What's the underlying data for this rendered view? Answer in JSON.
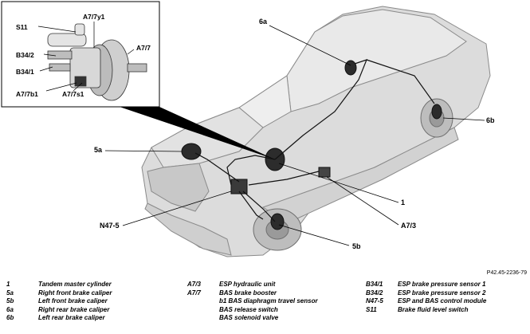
{
  "callouts": {
    "c6a": "6a",
    "c6b": "6b",
    "c5a": "5a",
    "c5b": "5b",
    "c1": "1",
    "ca73": "A7/3",
    "cn475": "N47-5"
  },
  "inset": {
    "s11": "S11",
    "a77y1": "A7/7y1",
    "a77": "A7/7",
    "b342": "B34/2",
    "b341": "B34/1",
    "a77b1": "A7/7b1",
    "a77s1": "A7/7s1"
  },
  "figure_ref": "P42.45-2236-79",
  "legend": {
    "col1": [
      {
        "code": "1",
        "text": "Tandem master cylinder"
      },
      {
        "code": "5a",
        "text": "Right front brake caliper"
      },
      {
        "code": "5b",
        "text": "Left front brake caliper"
      },
      {
        "code": "6a",
        "text": "Right rear brake caliper"
      },
      {
        "code": "6b",
        "text": "Left rear brake caliper"
      }
    ],
    "col2": [
      {
        "code": "A7/3",
        "text": "ESP hydraulic unit"
      },
      {
        "code": "A7/7",
        "text": "BAS brake booster"
      },
      {
        "code": "",
        "text": "b1 BAS diaphragm travel sensor"
      },
      {
        "code": "",
        "text": "BAS release switch"
      },
      {
        "code": "",
        "text": "BAS solenoid valve"
      }
    ],
    "col3": [
      {
        "code": "B34/1",
        "text": "ESP brake pressure sensor 1"
      },
      {
        "code": "B34/2",
        "text": "ESP brake pressure sensor 2"
      },
      {
        "code": "N47-5",
        "text": "ESP and BAS control module"
      },
      {
        "code": "S11",
        "text": "Brake fluid level switch"
      }
    ]
  }
}
